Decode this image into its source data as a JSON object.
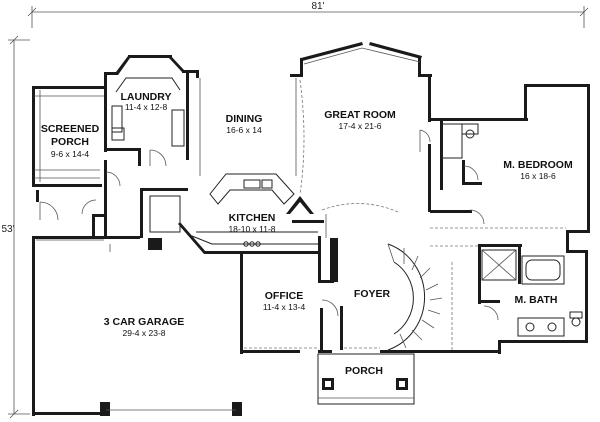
{
  "dimensions": {
    "width": "81'",
    "depth": "53'"
  },
  "rooms": {
    "laundry": {
      "name": "LAUNDRY",
      "size": "11-4 x 12-8"
    },
    "screened_porch": {
      "name_line1": "SCREENED",
      "name_line2": "PORCH",
      "size": "9-6 x 14-4"
    },
    "dining": {
      "name": "DINING",
      "size": "16-6 x 14"
    },
    "great_room": {
      "name": "GREAT ROOM",
      "size": "17-4 x 21-6"
    },
    "m_bedroom": {
      "name": "M. BEDROOM",
      "size": "16 x 18-6"
    },
    "kitchen": {
      "name": "KITCHEN",
      "size": "18-10 x 11-8"
    },
    "office": {
      "name": "OFFICE",
      "size": "11-4 x 13-4"
    },
    "foyer": {
      "name": "FOYER"
    },
    "m_bath": {
      "name": "M. BATH"
    },
    "garage": {
      "name": "3 CAR GARAGE",
      "size": "29-4 x 23-8"
    },
    "porch": {
      "name": "PORCH"
    }
  }
}
